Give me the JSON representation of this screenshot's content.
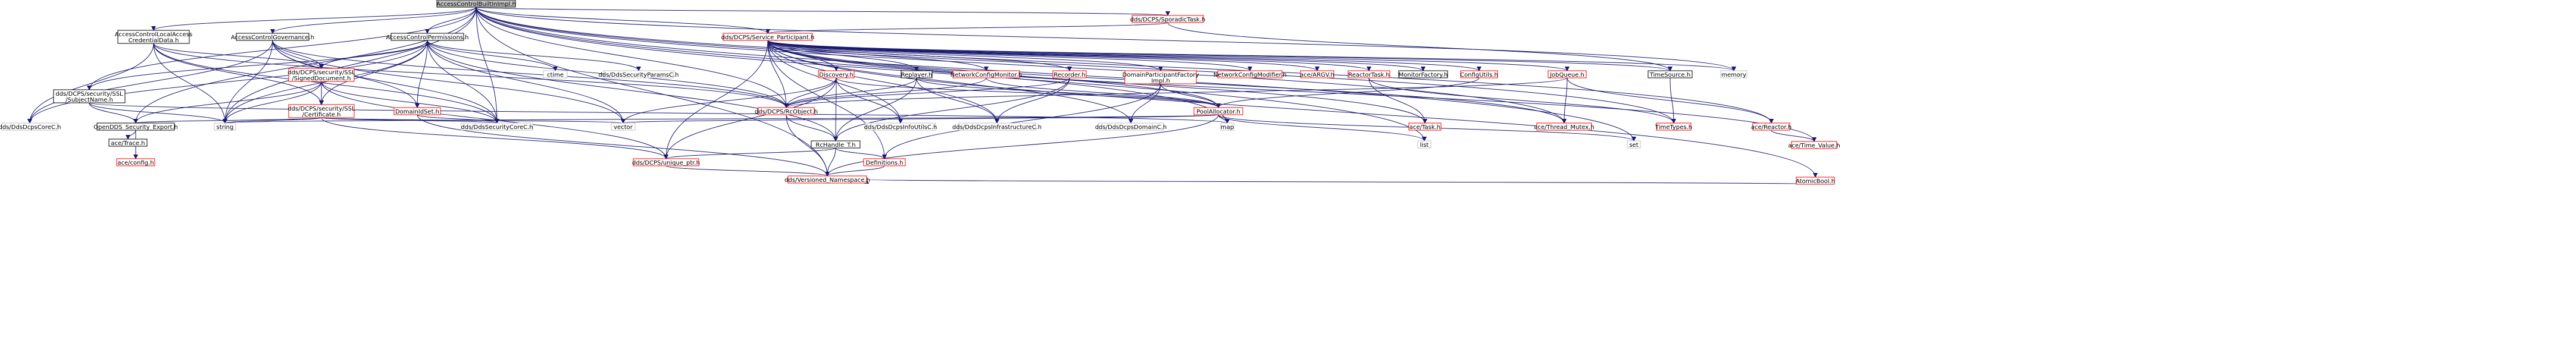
{
  "graph": {
    "root": "AccessControlBuiltInImpl.h",
    "colors": {
      "edge": "#191970",
      "red_border": "#ff0000",
      "black_border": "#000000",
      "gray_border": "#bfbfbf",
      "root_fill": "#bfbfbf"
    },
    "nodes": [
      {
        "id": "root",
        "label": [
          "AccessControlBuiltInImpl.h"
        ],
        "style": "root"
      },
      {
        "id": "lac",
        "label": [
          "AccessControlLocalAccess",
          "CredentialData.h"
        ],
        "style": "black"
      },
      {
        "id": "gov",
        "label": [
          "AccessControlGovernance.h"
        ],
        "style": "black"
      },
      {
        "id": "perm",
        "label": [
          "AccessControlPermissions.h"
        ],
        "style": "black"
      },
      {
        "id": "svc",
        "label": [
          "dds/DCPS/Service_Participant.h"
        ],
        "style": "red"
      },
      {
        "id": "sporadic",
        "label": [
          "dds/DCPS/SporadicTask.h"
        ],
        "style": "red"
      },
      {
        "id": "subj",
        "label": [
          "dds/DCPS/security/SSL",
          "/SubjectName.h"
        ],
        "style": "black"
      },
      {
        "id": "signed",
        "label": [
          "dds/DCPS/security/SSL",
          "/SignedDocument.h"
        ],
        "style": "red"
      },
      {
        "id": "cert",
        "label": [
          "dds/DCPS/security/SSL",
          "/Certificate.h"
        ],
        "style": "red"
      },
      {
        "id": "domid",
        "label": [
          "DomainIdSet.h"
        ],
        "style": "red"
      },
      {
        "id": "ctime",
        "label": [
          "ctime"
        ],
        "style": "gray"
      },
      {
        "id": "params",
        "label": [
          "dds/DdsSecurityParamsC.h"
        ],
        "style": "gray"
      },
      {
        "id": "discovery",
        "label": [
          "Discovery.h"
        ],
        "style": "red"
      },
      {
        "id": "replayer",
        "label": [
          "Replayer.h"
        ],
        "style": "black"
      },
      {
        "id": "ncm",
        "label": [
          "NetworkConfigMonitor.h"
        ],
        "style": "red"
      },
      {
        "id": "recorder",
        "label": [
          "Recorder.h"
        ],
        "style": "red"
      },
      {
        "id": "dpfi",
        "label": [
          "DomainParticipantFactory",
          "Impl.h"
        ],
        "style": "red"
      },
      {
        "id": "ncmod",
        "label": [
          "NetworkConfigModifier.h"
        ],
        "style": "red"
      },
      {
        "id": "argv",
        "label": [
          "ace/ARGV.h"
        ],
        "style": "red"
      },
      {
        "id": "reactortask",
        "label": [
          "ReactorTask.h"
        ],
        "style": "red"
      },
      {
        "id": "monfac",
        "label": [
          "MonitorFactory.h"
        ],
        "style": "black"
      },
      {
        "id": "cfgutils",
        "label": [
          "ConfigUtils.h"
        ],
        "style": "red"
      },
      {
        "id": "jobq",
        "label": [
          "JobQueue.h"
        ],
        "style": "red"
      },
      {
        "id": "timesrc",
        "label": [
          "TimeSource.h"
        ],
        "style": "black"
      },
      {
        "id": "memory",
        "label": [
          "memory"
        ],
        "style": "gray"
      },
      {
        "id": "rcobj",
        "label": [
          "dds/DCPS/RcObject.h"
        ],
        "style": "red"
      },
      {
        "id": "infoutils",
        "label": [
          "dds/DdsDcpsInfoUtilsC.h"
        ],
        "style": "gray"
      },
      {
        "id": "infra",
        "label": [
          "dds/DdsDcpsInfrastructureC.h"
        ],
        "style": "gray"
      },
      {
        "id": "domainc",
        "label": [
          "dds/DdsDcpsDomainC.h"
        ],
        "style": "gray"
      },
      {
        "id": "pool",
        "label": [
          "PoolAllocator.h"
        ],
        "style": "red"
      },
      {
        "id": "acetask",
        "label": [
          "ace/Task.h"
        ],
        "style": "red"
      },
      {
        "id": "threadmutex",
        "label": [
          "ace/Thread_Mutex.h"
        ],
        "style": "red"
      },
      {
        "id": "timetypes",
        "label": [
          "TimeTypes.h"
        ],
        "style": "red"
      },
      {
        "id": "reactor",
        "label": [
          "ace/Reactor.h"
        ],
        "style": "red"
      },
      {
        "id": "timevalue",
        "label": [
          "ace/Time_Value.h"
        ],
        "style": "red"
      },
      {
        "id": "atomic",
        "label": [
          "AtomicBool.h"
        ],
        "style": "red"
      },
      {
        "id": "corec",
        "label": [
          "dds/DdsDcpsCoreC.h"
        ],
        "style": "gray"
      },
      {
        "id": "secexport",
        "label": [
          "OpenDDS_Security_Export.h"
        ],
        "style": "black"
      },
      {
        "id": "string",
        "label": [
          "string"
        ],
        "style": "gray"
      },
      {
        "id": "secorec",
        "label": [
          "dds/DdsSecurityCoreC.h"
        ],
        "style": "gray"
      },
      {
        "id": "vector",
        "label": [
          "vector"
        ],
        "style": "gray"
      },
      {
        "id": "map",
        "label": [
          "map"
        ],
        "style": "gray"
      },
      {
        "id": "list",
        "label": [
          "list"
        ],
        "style": "gray"
      },
      {
        "id": "set",
        "label": [
          "set"
        ],
        "style": "gray"
      },
      {
        "id": "rchandle",
        "label": [
          "RcHandle_T.h"
        ],
        "style": "black"
      },
      {
        "id": "acetrace",
        "label": [
          "ace/Trace.h"
        ],
        "style": "black"
      },
      {
        "id": "aceconfig",
        "label": [
          "ace/config.h"
        ],
        "style": "red"
      },
      {
        "id": "uniqueptr",
        "label": [
          "dds/DCPS/unique_ptr.h"
        ],
        "style": "red"
      },
      {
        "id": "defs",
        "label": [
          "Definitions.h"
        ],
        "style": "red"
      },
      {
        "id": "vns",
        "label": [
          "dds/Versioned_Namespace.h"
        ],
        "style": "red"
      }
    ],
    "edges": [
      [
        "root",
        "lac"
      ],
      [
        "root",
        "gov"
      ],
      [
        "root",
        "perm"
      ],
      [
        "root",
        "svc"
      ],
      [
        "root",
        "sporadic"
      ],
      [
        "root",
        "subj"
      ],
      [
        "root",
        "string"
      ],
      [
        "root",
        "memory"
      ],
      [
        "root",
        "secexport"
      ],
      [
        "root",
        "rcobj"
      ],
      [
        "root",
        "vns"
      ],
      [
        "root",
        "timetypes"
      ],
      [
        "root",
        "reactor"
      ],
      [
        "root",
        "set"
      ],
      [
        "root",
        "list"
      ],
      [
        "root",
        "map"
      ],
      [
        "root",
        "threadmutex"
      ],
      [
        "root",
        "secorec"
      ],
      [
        "lac",
        "signed"
      ],
      [
        "lac",
        "cert"
      ],
      [
        "lac",
        "string"
      ],
      [
        "lac",
        "secorec"
      ],
      [
        "lac",
        "corec"
      ],
      [
        "lac",
        "rcobj"
      ],
      [
        "gov",
        "signed"
      ],
      [
        "gov",
        "domid"
      ],
      [
        "gov",
        "string"
      ],
      [
        "gov",
        "secorec"
      ],
      [
        "gov",
        "vector"
      ],
      [
        "gov",
        "corec"
      ],
      [
        "gov",
        "rcobj"
      ],
      [
        "perm",
        "signed"
      ],
      [
        "perm",
        "cert"
      ],
      [
        "perm",
        "subj"
      ],
      [
        "perm",
        "domid"
      ],
      [
        "perm",
        "ctime"
      ],
      [
        "perm",
        "params"
      ],
      [
        "perm",
        "string"
      ],
      [
        "perm",
        "vector"
      ],
      [
        "perm",
        "secorec"
      ],
      [
        "perm",
        "rchandle"
      ],
      [
        "perm",
        "rcobj"
      ],
      [
        "perm",
        "corec"
      ],
      [
        "sporadic",
        "svc"
      ],
      [
        "sporadic",
        "timesrc"
      ],
      [
        "svc",
        "discovery"
      ],
      [
        "svc",
        "replayer"
      ],
      [
        "svc",
        "ncm"
      ],
      [
        "svc",
        "recorder"
      ],
      [
        "svc",
        "dpfi"
      ],
      [
        "svc",
        "ncmod"
      ],
      [
        "svc",
        "argv"
      ],
      [
        "svc",
        "reactortask"
      ],
      [
        "svc",
        "monfac"
      ],
      [
        "svc",
        "cfgutils"
      ],
      [
        "svc",
        "jobq"
      ],
      [
        "svc",
        "timesrc"
      ],
      [
        "svc",
        "memory"
      ],
      [
        "svc",
        "rcobj"
      ],
      [
        "svc",
        "infoutils"
      ],
      [
        "svc",
        "infra"
      ],
      [
        "svc",
        "domainc"
      ],
      [
        "svc",
        "pool"
      ],
      [
        "svc",
        "acetask"
      ],
      [
        "svc",
        "threadmutex"
      ],
      [
        "svc",
        "timevalue"
      ],
      [
        "svc",
        "atomic"
      ],
      [
        "svc",
        "defs"
      ],
      [
        "svc",
        "uniqueptr"
      ],
      [
        "subj",
        "secexport"
      ],
      [
        "subj",
        "string"
      ],
      [
        "subj",
        "map"
      ],
      [
        "signed",
        "cert"
      ],
      [
        "signed",
        "secexport"
      ],
      [
        "signed",
        "string"
      ],
      [
        "signed",
        "uniqueptr"
      ],
      [
        "signed",
        "secorec"
      ],
      [
        "cert",
        "secexport"
      ],
      [
        "cert",
        "secorec"
      ],
      [
        "cert",
        "string"
      ],
      [
        "cert",
        "vector"
      ],
      [
        "cert",
        "uniqueptr"
      ],
      [
        "domid",
        "secorec"
      ],
      [
        "domid",
        "vns"
      ],
      [
        "discovery",
        "rcobj"
      ],
      [
        "discovery",
        "infoutils"
      ],
      [
        "discovery",
        "rchandle"
      ],
      [
        "discovery",
        "pool"
      ],
      [
        "discovery",
        "uniqueptr"
      ],
      [
        "discovery",
        "vector"
      ],
      [
        "replayer",
        "rcobj"
      ],
      [
        "replayer",
        "infra"
      ],
      [
        "replayer",
        "rchandle"
      ],
      [
        "replayer",
        "pool"
      ],
      [
        "ncm",
        "rcobj"
      ],
      [
        "ncm",
        "pool"
      ],
      [
        "recorder",
        "rcobj"
      ],
      [
        "recorder",
        "infra"
      ],
      [
        "recorder",
        "rchandle"
      ],
      [
        "dpfi",
        "domainc"
      ],
      [
        "dpfi",
        "pool"
      ],
      [
        "dpfi",
        "defs"
      ],
      [
        "reactortask",
        "acetask"
      ],
      [
        "reactortask",
        "timetypes"
      ],
      [
        "cfgutils",
        "pool"
      ],
      [
        "jobq",
        "threadmutex"
      ],
      [
        "jobq",
        "reactor"
      ],
      [
        "jobq",
        "rcobj"
      ],
      [
        "timesrc",
        "timetypes"
      ],
      [
        "rcobj",
        "rchandle"
      ],
      [
        "rcobj",
        "vns"
      ],
      [
        "pool",
        "string"
      ],
      [
        "pool",
        "vector"
      ],
      [
        "pool",
        "map"
      ],
      [
        "pool",
        "list"
      ],
      [
        "pool",
        "set"
      ],
      [
        "pool",
        "vns"
      ],
      [
        "reactor",
        "timevalue"
      ],
      [
        "atomic",
        "vns"
      ],
      [
        "secexport",
        "acetrace"
      ],
      [
        "secexport",
        "aceconfig"
      ],
      [
        "rchandle",
        "uniqueptr"
      ],
      [
        "rchandle",
        "defs"
      ],
      [
        "rchandle",
        "vns"
      ],
      [
        "uniqueptr",
        "vns"
      ],
      [
        "defs",
        "vns"
      ]
    ]
  }
}
